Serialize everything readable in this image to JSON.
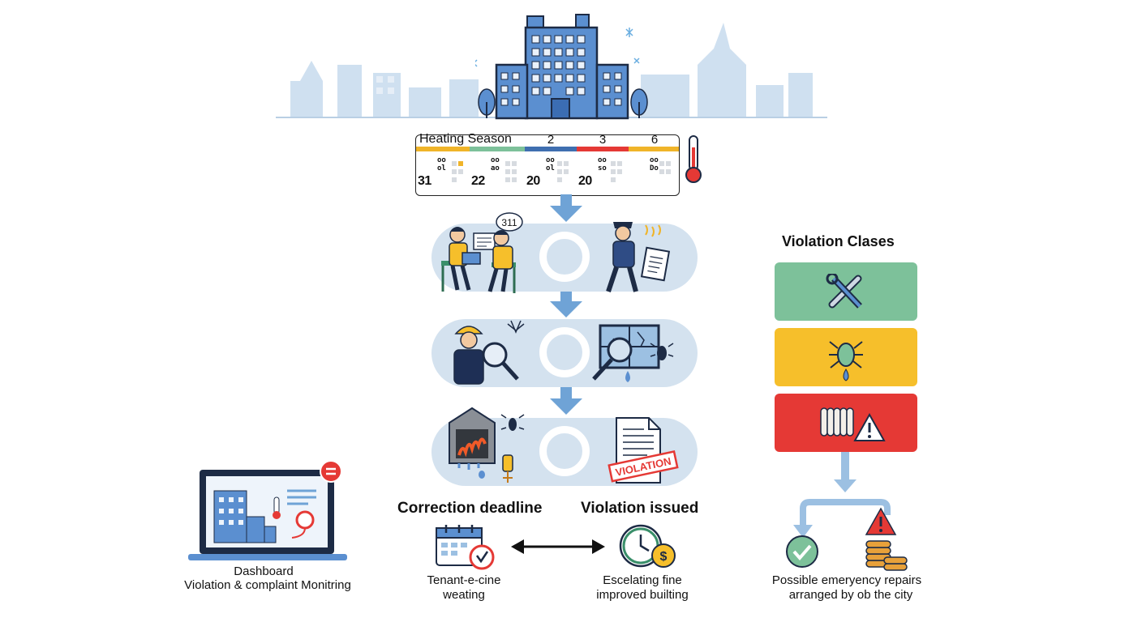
{
  "calendar": {
    "heading": "Heating Season",
    "segment_labels": [
      "2",
      "3",
      "6"
    ],
    "colors": [
      "#f0b429",
      "#7dc19a",
      "#3f6fb0",
      "#e53935",
      "#f0b429"
    ],
    "cells": [
      {
        "code": "oo\nol",
        "number": "31"
      },
      {
        "code": "oo\nao",
        "number": "22"
      },
      {
        "code": "oo\nol",
        "number": "20"
      },
      {
        "code": "oo\nso",
        "number": "20"
      },
      {
        "code": "oo\nDo",
        "number": ""
      }
    ]
  },
  "process": {
    "bubble": "311",
    "stamp": "VIOLATION"
  },
  "violation_classes": {
    "title": "Violation Clases",
    "colors": [
      "#7dc19a",
      "#f6bf2b",
      "#e53935"
    ],
    "icons": [
      "tools-icon",
      "bug-icon",
      "radiator-warning-icon"
    ]
  },
  "outcomes": {
    "correction_title": "Correction deadline",
    "violation_title": "Violation issued",
    "left_caption_1": "Tenant-e-cine",
    "left_caption_2": "weating",
    "right_caption_1": "Escelating fine",
    "right_caption_2": "improved builting"
  },
  "dashboard": {
    "caption_1": "Dashboard",
    "caption_2": "Violation & complaint Monitring"
  },
  "emergency": {
    "caption_1": "Possible emeryency repairs",
    "caption_2": "arranged by ob the city"
  }
}
